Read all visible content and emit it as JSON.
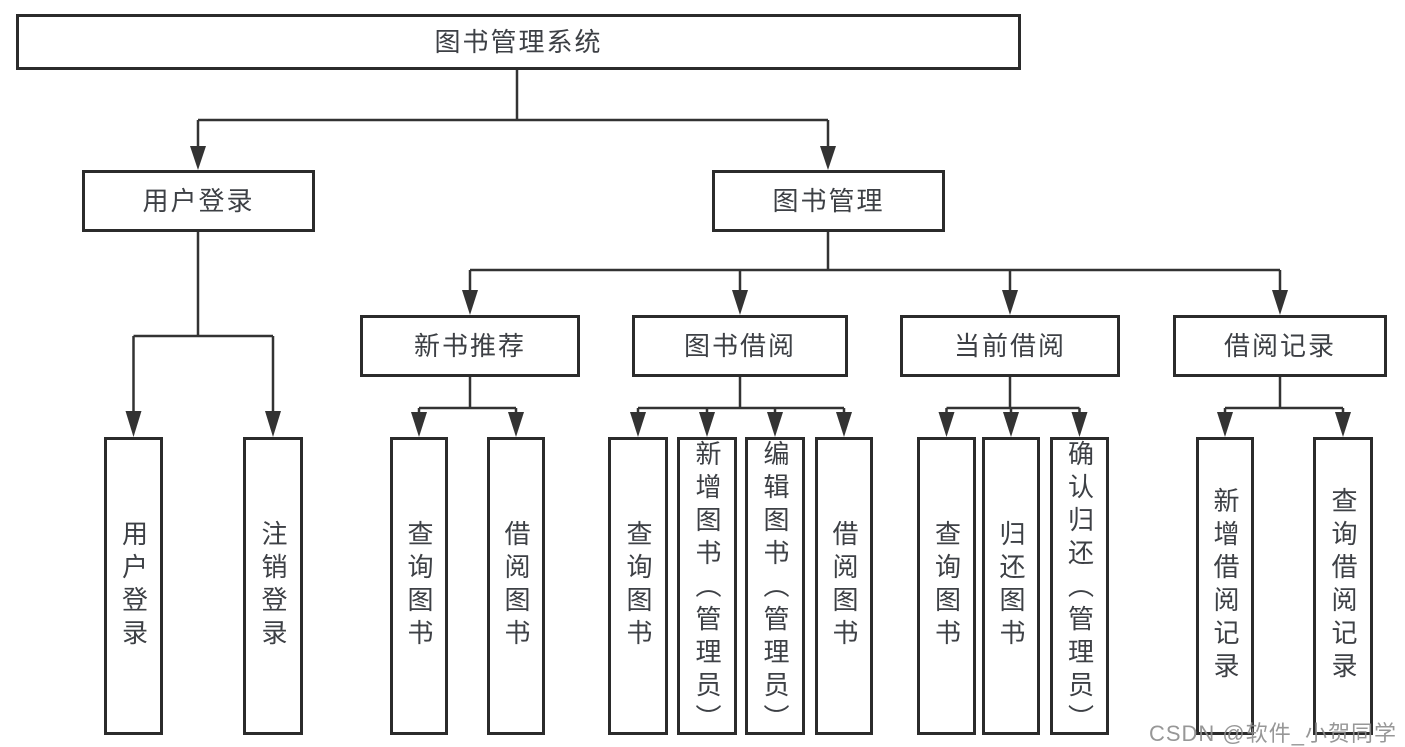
{
  "tree": {
    "label": "图书管理系统",
    "children": [
      {
        "label": "用户登录",
        "children": [
          {
            "label": "用户登录"
          },
          {
            "label": "注销登录"
          }
        ]
      },
      {
        "label": "图书管理",
        "children": [
          {
            "label": "新书推荐",
            "children": [
              {
                "label": "查询图书"
              },
              {
                "label": "借阅图书"
              }
            ]
          },
          {
            "label": "图书借阅",
            "children": [
              {
                "label": "查询图书"
              },
              {
                "label": "新增图书（管理员）"
              },
              {
                "label": "编辑图书（管理员）"
              },
              {
                "label": "借阅图书"
              }
            ]
          },
          {
            "label": "当前借阅",
            "children": [
              {
                "label": "查询图书"
              },
              {
                "label": "归还图书"
              },
              {
                "label": "确认归还（管理员）"
              }
            ]
          },
          {
            "label": "借阅记录",
            "children": [
              {
                "label": "新增借阅记录"
              },
              {
                "label": "查询借阅记录"
              }
            ]
          }
        ]
      }
    ]
  },
  "watermark": {
    "text": "CSDN @软件_小贺同学"
  },
  "colors": {
    "box_border": "#2b2b2b",
    "connector_line": "#333333",
    "label_text": "#3d4045",
    "watermark_text": "#8c8c8c",
    "background": "#ffffff"
  }
}
